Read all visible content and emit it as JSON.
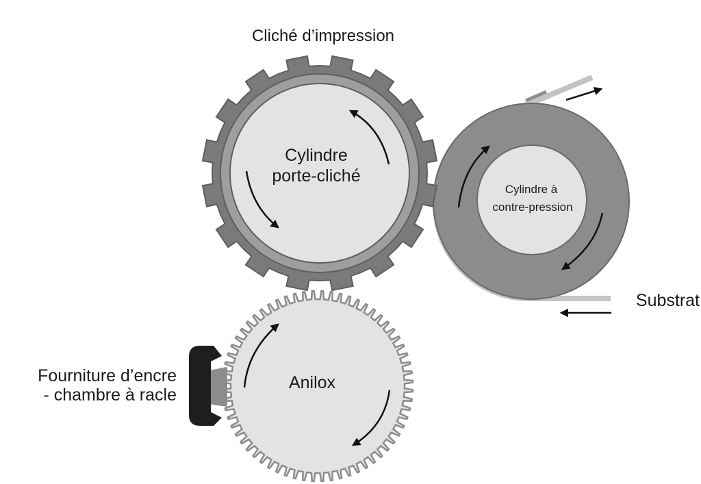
{
  "labels": {
    "plate": "Cliché d’impression",
    "plate_cylinder_line1": "Cylindre",
    "plate_cylinder_line2": "porte-cliché",
    "impression_cylinder_line1": "Cylindre à",
    "impression_cylinder_line2": "contre-pression",
    "substrate": "Substrat",
    "anilox": "Anilox",
    "ink_supply_line1": "Fourniture d’encre",
    "ink_supply_line2": "- chambre à racle"
  },
  "colors": {
    "background": "#ffffff",
    "plate_outer": "#7a7a7a",
    "plate_ring": "#9e9e9e",
    "plate_ring_edge": "#5e5e5e",
    "cylinder_face": "#e3e3e3",
    "impression_ring": "#8c8c8c",
    "substrate": "#c4c4c4",
    "anilox_face": "#e3e3e3",
    "anilox_edge": "#8c8c8c",
    "doctor_chamber": "#1e1e1e",
    "arrow": "#111111"
  },
  "icons": {
    "flow_arrow": "curved-rotation-arrow",
    "direction_arrow": "straight-arrow"
  }
}
